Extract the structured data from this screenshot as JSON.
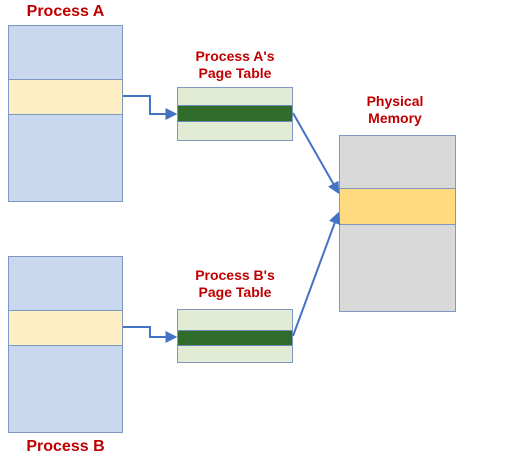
{
  "labels": {
    "process_a": "Process A",
    "process_b": "Process B",
    "page_table_a": [
      "Process A's",
      "Page Table"
    ],
    "page_table_b": [
      "Process B's",
      "Page Table"
    ],
    "physical_memory": [
      "Physical",
      "Memory"
    ]
  },
  "colors": {
    "label_red": "#c00000",
    "process_fill": "#c9d8ef",
    "process_highlight": "#fdeec3",
    "page_table_fill": "#e2ecd4",
    "page_table_entry": "#2f6b2a",
    "memory_fill": "#d9d9d9",
    "memory_highlight": "#ffd97e",
    "arrow": "#4472c4"
  },
  "connections": [
    {
      "from": "process-a-mapped-page",
      "to": "page-table-a-entry"
    },
    {
      "from": "page-table-a-entry",
      "to": "physical-memory-shared-frame"
    },
    {
      "from": "process-b-mapped-page",
      "to": "page-table-b-entry"
    },
    {
      "from": "page-table-b-entry",
      "to": "physical-memory-shared-frame"
    }
  ]
}
